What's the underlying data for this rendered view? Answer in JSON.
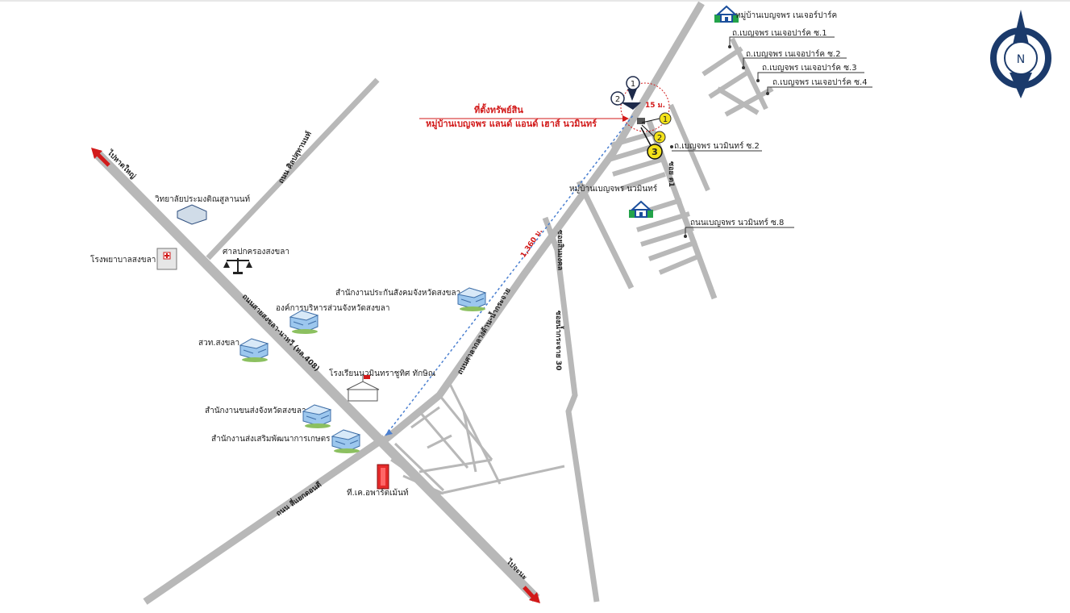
{
  "property": {
    "title": "ที่ตั้งทรัพย์สิน",
    "name": "หมู่บ้านเบญจพร แลนด์ แอนด์ เฮาส์ นวมินทร์"
  },
  "distances": {
    "route": "1,360 ม.",
    "near": "15 ม."
  },
  "markers": {
    "dark": [
      "1",
      "2"
    ],
    "yellow": [
      "1",
      "2",
      "3"
    ]
  },
  "compass": {
    "letter": "N"
  },
  "directions": {
    "to_hatyai": "ไปหาดใหญ่",
    "to_chana": "ไปจะนะ"
  },
  "roads": {
    "main_highway": "ถนนสายสงขลา-นาทวี (ทล.408)",
    "hospital_road": "ถนน ศิลปสุทานนท์",
    "secondary": "ถนนศาลากลางด้าน-น้ำกระจาย",
    "lower_road": "ถนน สี่แยกดอนตี",
    "soi_sinmongkol": "ซอยสินมงคล",
    "soi_namkrachai": "ซอยน้ำกระจาย 30",
    "soi_4": "ซอย ต1"
  },
  "streets": [
    "ถ.เบญจพร เนเจอปาร์ค ซ.1",
    "ถ.เบญจพร เนเจอปาร์ค ซ.2",
    "ถ.เบญจพร เนเจอปาร์ค ซ.3",
    "ถ.เบญจพร เนเจอปาร์ค ซ.4",
    "ถ.เบญจพร นวมินทร์ ซ.2",
    "ถนนเบญจพร นวมินทร์ ซ.8"
  ],
  "places": {
    "village_nature": "หมู่บ้านเบญจพร เนเจอร์ปาร์ค",
    "village_nawamin": "หมู่บ้านเบญจพร นวมินทร์",
    "college": "วิทยาลัยประมงติณสูลานนท์",
    "hospital": "โรงพยาบาลสงขลา",
    "court": "ศาลปกครองสงขลา",
    "social_security": "สำนักงานประกันสังคมจังหวัดสงขลา",
    "pao": "องค์การบริหารส่วนจังหวัดสงขลา",
    "sot": "สวท.สงขลา",
    "school": "โรงเรียนนวมินทราชูทิศ ทักษิณ",
    "transport": "สำนักงานขนส่งจังหวัดสงขลา",
    "agriculture": "สำนักงานส่งเสริมพัฒนาการเกษตร",
    "apartment": "ที.เค.อพาร์ตเม้นท์"
  },
  "colors": {
    "road": "#b8b8b8",
    "accent_red": "#d21a1a",
    "route_blue": "#4a7fd0",
    "compass_navy": "#1b3a6b",
    "marker_yellow": "#f4e21a"
  }
}
